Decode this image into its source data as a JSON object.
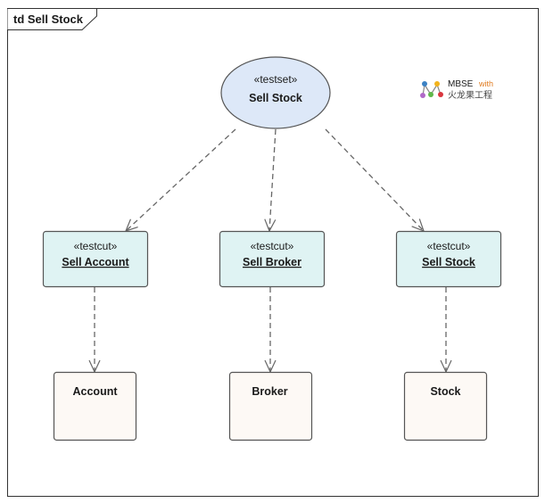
{
  "frame": {
    "title": "td Sell Stock"
  },
  "testset": {
    "stereotype": "«testset»",
    "name": "Sell Stock"
  },
  "testcuts": [
    {
      "stereotype": "«testcut»",
      "name": "Sell Account"
    },
    {
      "stereotype": "«testcut»",
      "name": "Sell Broker"
    },
    {
      "stereotype": "«testcut»",
      "name": "Sell Stock"
    }
  ],
  "classes": [
    {
      "name": "Account"
    },
    {
      "name": "Broker"
    },
    {
      "name": "Stock"
    }
  ],
  "watermark": {
    "brand": "MBSE",
    "with": "with",
    "subtitle": "火龙果工程"
  },
  "colors": {
    "testset_fill": "#dde8f8",
    "testcut_fill": "#dff3f3",
    "class_fill": "#fdf9f5",
    "stroke": "#555555",
    "edge": "#666666",
    "watermark_with": "#e07b20"
  }
}
